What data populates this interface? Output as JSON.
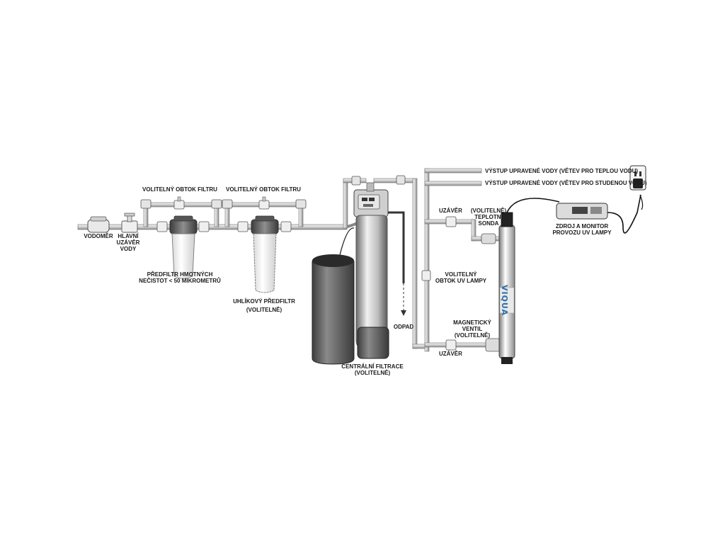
{
  "labels": {
    "meter": "VODOMĚR",
    "main_valve": [
      "HLAVNÍ",
      "UZÁVĚR",
      "VODY"
    ],
    "bypass_1": "VOLITELNÝ OBTOK FILTRU",
    "bypass_2": "VOLITELNÝ OBTOK FILTRU",
    "sediment": [
      "PŘEDFILTR HMOTNÝCH",
      "NEČISTOT < 50 MIKROMETRŮ"
    ],
    "carbon": [
      "UHLÍKOVÝ PŘEDFILTR",
      "(VOLITELNĚ)"
    ],
    "central": [
      "CENTRÁLNÍ FILTRACE",
      "(VOLITELNĚ)"
    ],
    "drain": "ODPAD",
    "outlet_hot": "VÝSTUP UPRAVENÉ VODY (VĚTEV PRO TEPLOU VODU)",
    "outlet_cold": "VÝSTUP UPRAVENÉ VODY (VĚTEV PRO STUDENOU VODU)",
    "valve_top": "UZÁVĚR",
    "temp_probe": [
      "(VOLITELNĚ)",
      "TEPLOTNÍ",
      "SONDA"
    ],
    "power": [
      "ZDROJ A MONITOR",
      "PROVOZU UV LAMPY"
    ],
    "uv_bypass": [
      "VOLITELNÝ",
      "OBTOK UV LAMPY"
    ],
    "solenoid": [
      "MAGNETICKÝ",
      "VENTIL",
      "(VOLITELNĚ)"
    ],
    "valve_bottom": "UZÁVĚR",
    "brand": "VIQUA"
  }
}
